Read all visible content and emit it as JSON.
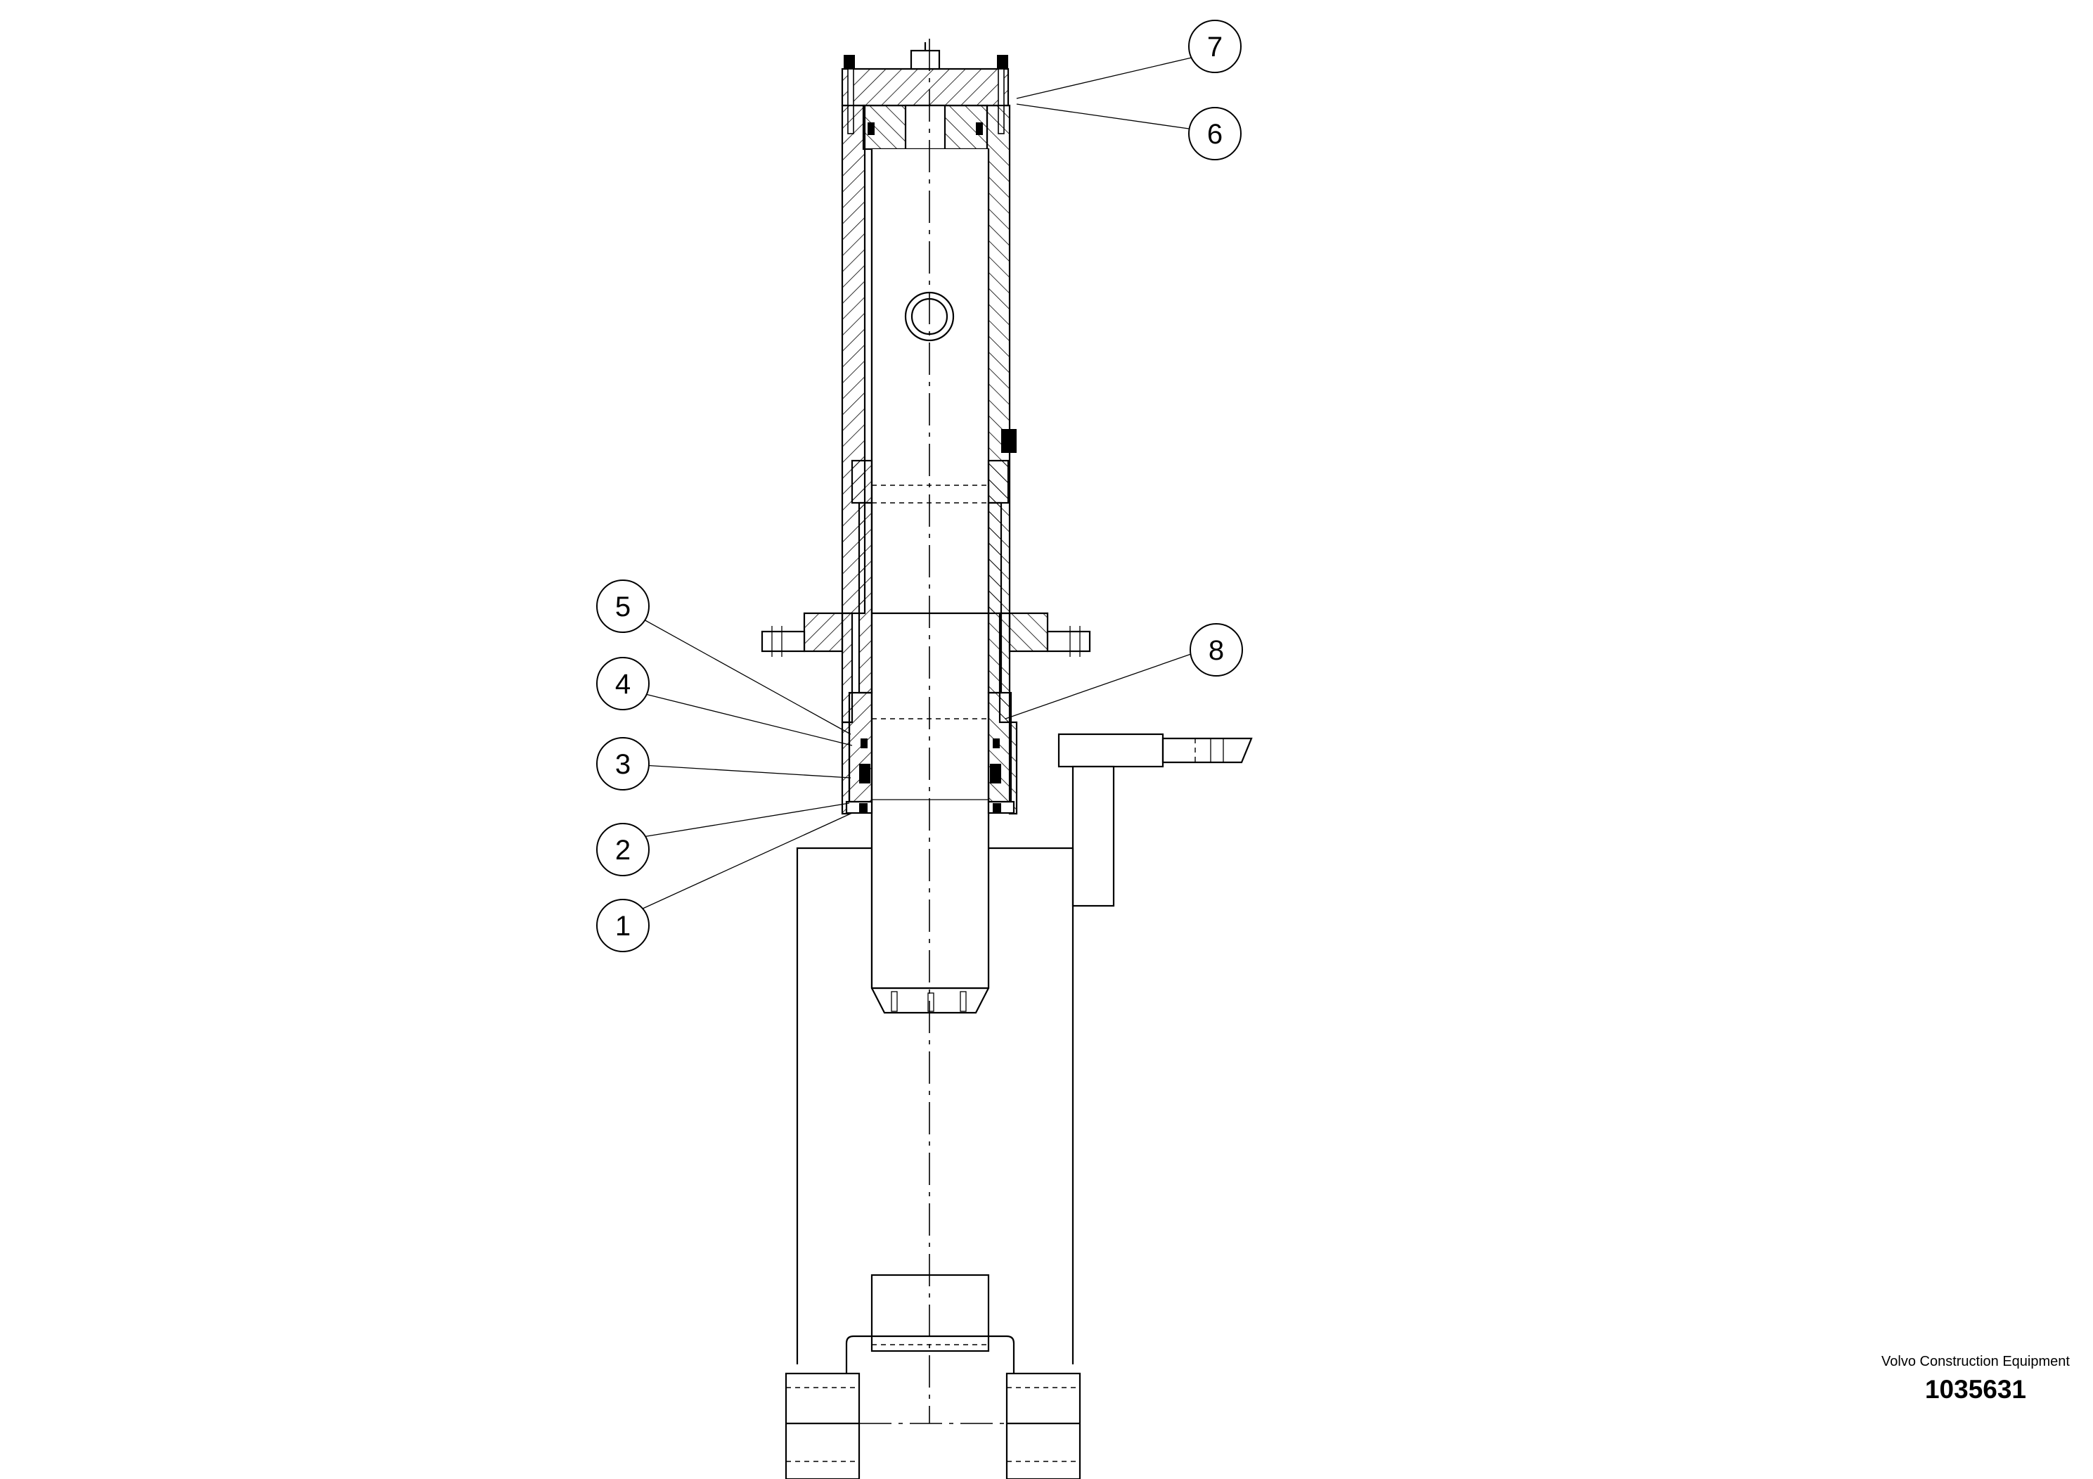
{
  "callouts": [
    {
      "id": "1",
      "label": "1"
    },
    {
      "id": "2",
      "label": "2"
    },
    {
      "id": "3",
      "label": "3"
    },
    {
      "id": "4",
      "label": "4"
    },
    {
      "id": "5",
      "label": "5"
    },
    {
      "id": "6",
      "label": "6"
    },
    {
      "id": "7",
      "label": "7"
    },
    {
      "id": "8",
      "label": "8"
    }
  ],
  "title_block": {
    "company": "Volvo Construction Equipment",
    "drawing_number": "1035631"
  }
}
